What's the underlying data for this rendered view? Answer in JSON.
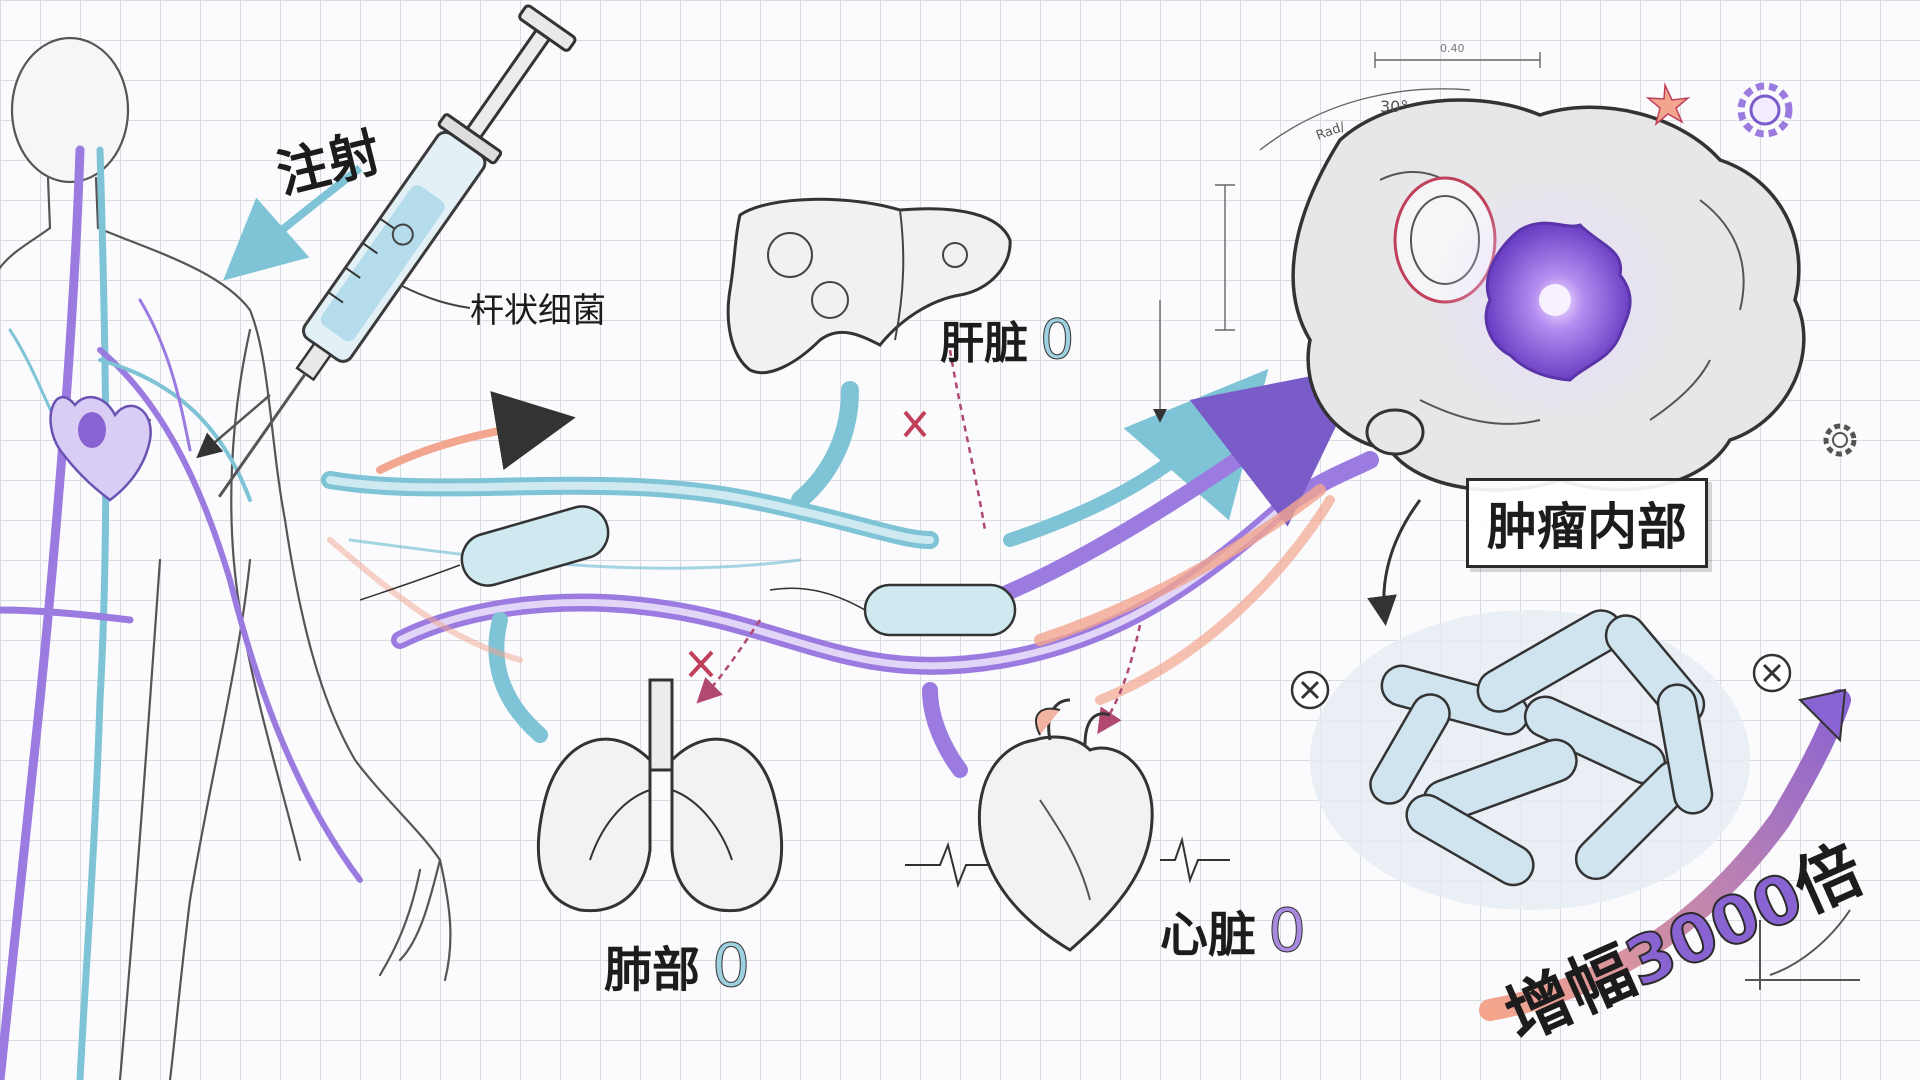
{
  "labels": {
    "inject": "注射",
    "bacteria": "杆状细菌",
    "liver": "肝脏",
    "liver_count": "0",
    "lung": "肺部",
    "lung_count": "0",
    "heart": "心脏",
    "heart_count": "0",
    "tumor": "肿瘤内部",
    "growth_prefix": "增幅",
    "growth_value": "3000",
    "growth_suffix": "倍",
    "measure_top": "0.40",
    "measure_angle": "30°",
    "measure_radius": "Rad/"
  },
  "colors": {
    "teal": "#7fc3d6",
    "purple": "#9b7be0",
    "salmon": "#f2a68f",
    "red_x": "#c0405a",
    "ink": "#2b2b2b",
    "grid": "#d9dbe2"
  },
  "icons": {
    "body": "human-body-outline-icon",
    "syringe": "syringe-icon",
    "liver": "liver-icon",
    "lungs": "lungs-icon",
    "heart": "heart-organ-icon",
    "tumor": "tumor-mass-icon",
    "colony": "bacteria-colony-icon",
    "gear": "gear-icon"
  }
}
